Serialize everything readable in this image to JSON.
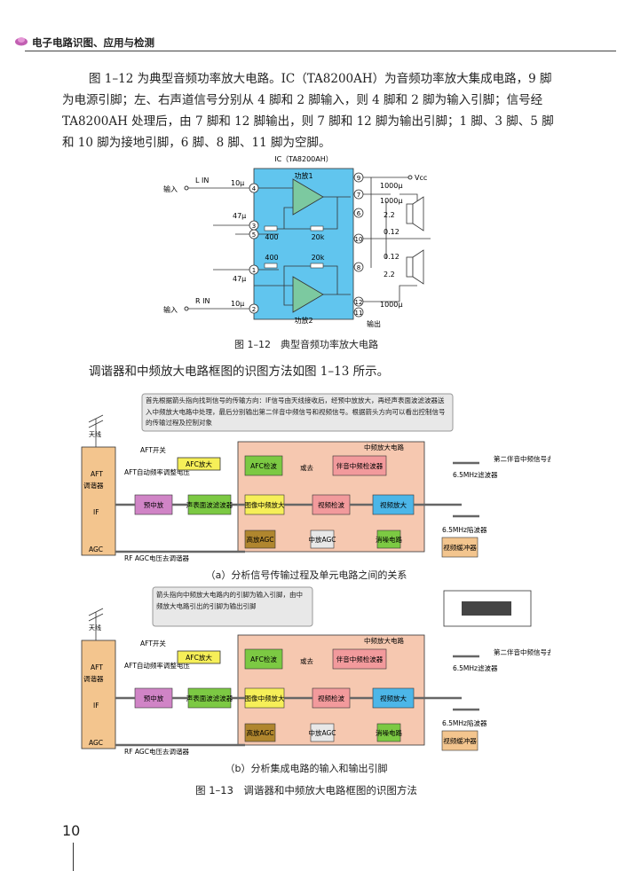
{
  "header": {
    "title": "电子电路识图、应用与检测"
  },
  "paragraphs": {
    "p1": "图 1–12 为典型音频功率放大电路。IC（TA8200AH）为音频功率放大集成电路，9 脚为电源引脚；左、右声道信号分别从 4 脚和 2 脚输入，则 4 脚和 2 脚为输入引脚；信号经 TA8200AH 处理后，由 7 脚和 12 脚输出，则 7 脚和 12 脚为输出引脚；1 脚、3 脚、5 脚和 10 脚为接地引脚，6 脚、8 脚、11 脚为空脚。",
    "p2": "调谐器和中频放大电路框图的识图方法如图 1–13 所示。"
  },
  "fig12": {
    "ic_label": "IC（TA8200AH）",
    "amp1": "功放1",
    "amp2": "功放2",
    "l_in": "L IN",
    "r_in": "R IN",
    "input1": "输入",
    "input2": "输入",
    "output": "输出",
    "vcc": "Vcc",
    "cap_in": "10μ",
    "cap_47": "47μ",
    "cap_1000": "1000μ",
    "r400": "400",
    "r20k": "20k",
    "r22": "2.2",
    "c012": "0.12",
    "pins": [
      "9",
      "4",
      "7",
      "6",
      "3",
      "5",
      "10",
      "1",
      "8",
      "2",
      "12",
      "11"
    ],
    "caption": "图 1–12　典型音频功率放大电路"
  },
  "fig13": {
    "note_a": "首先根据箭头指向找到信号的传输方向：IF信号由天线接收后，经预中放放大，再经声表面波滤波器送入中频放大电路中处理，最后分别输出第二伴音中频信号和视频信号。根据箭头方向可以看出控制信号的传输过程及控制对象",
    "note_b": "箭头指向中频放大电路内的引脚为输入引脚，由中频放大电路引出的引脚为输出引脚",
    "antenna": "天线",
    "aft_switch": "AFT开关",
    "aft_volt": "AFT自动频率调整电压",
    "tuner_aft": "AFT",
    "tuner_name": "调谐器",
    "tuner_if": "IF",
    "tuner_agc": "AGC",
    "rf_agc": "RF AGC电压去调谐器",
    "afc_amp": "AFC放大",
    "if_box": "中频放大电路",
    "afc_det": "AFC检波",
    "or": "或去",
    "sound_det": "伴音中频检波器",
    "pre_if": "预中放",
    "saw": "声表面波滤波器",
    "img_if": "图像中频放大",
    "vid_det": "视频检波",
    "vid_amp": "视频放大",
    "hi_agc": "高放AGC",
    "mid_agc": "中放AGC",
    "noise": "消噪电路",
    "f65": "6.5MHz滤波器",
    "trap": "6.5MHz陷波器",
    "second_sound": "第二伴音中频信号去伴音通道",
    "vid_buf": "视频缓冲器",
    "cap_a": "（a）分析信号传输过程及单元电路之间的关系",
    "cap_b": "（b）分析集成电路的输入和输出引脚",
    "caption": "图 1–13　调谐器和中频放大电路框图的识图方法"
  },
  "page_number": "10",
  "colors": {
    "ic_fill": "#61c5ee",
    "if_fill": "#f6c8b0",
    "tuner_fill": "#f3c58e",
    "afc_fill": "#f6ef58",
    "green": "#7cc943",
    "pink": "#f29a9c",
    "blue": "#4cb6e8",
    "purple": "#d084c6"
  }
}
